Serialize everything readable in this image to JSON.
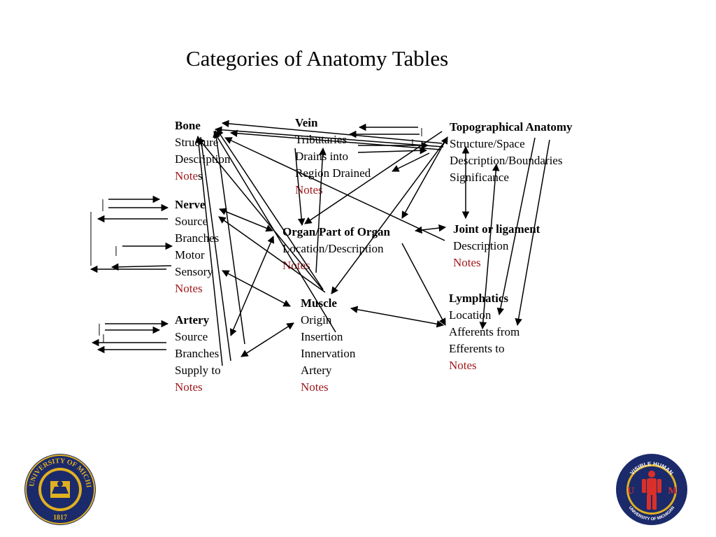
{
  "title": "Categories of Anatomy Tables",
  "categories": {
    "bone": {
      "heading": "Bone",
      "items": [
        "Structure",
        "Description"
      ],
      "note_prefix": "Note",
      "note_suffix": "s"
    },
    "vein": {
      "heading": "Vein",
      "items": [
        "Tributaries",
        "Drains into",
        "Region Drained"
      ],
      "note": "Notes"
    },
    "topo": {
      "heading": "Topographical Anatomy",
      "items": [
        "Structure/Space",
        "Description/Boundaries",
        "Significance"
      ]
    },
    "nerve": {
      "heading": "Nerve",
      "items": [
        "Source",
        "Branches",
        "Motor",
        "Sensory"
      ],
      "note": "Notes"
    },
    "organ": {
      "heading": "Organ/Part of Organ",
      "items": [
        "Location/Description"
      ],
      "note": "Notes"
    },
    "joint": {
      "heading": "Joint or ligament",
      "items": [
        "Description"
      ],
      "note": "Notes"
    },
    "lymph": {
      "heading": "Lymphatics",
      "items": [
        "Location",
        "Afferents from",
        "Efferents to"
      ],
      "note": "Notes"
    },
    "muscle": {
      "heading": "Muscle",
      "items": [
        "Origin",
        "Insertion",
        "Innervation",
        "Artery"
      ],
      "note": "Notes"
    },
    "artery": {
      "heading": "Artery",
      "items": [
        "Source",
        "Branches",
        "Supply to"
      ],
      "note": "Notes"
    }
  },
  "logos": {
    "um_seal": {
      "text_top": "THE UNIVERSITY OF MICHIGAN",
      "year": "1817"
    },
    "visible_human": {
      "text_top": "VISIBLE HUMAN",
      "text_bottom": "UNIVERSITY OF MICHIGAN",
      "left": "U",
      "right": "M"
    }
  },
  "colors": {
    "note": "#a0181c",
    "seal_blue": "#1b2a6b",
    "seal_gold": "#e0b020",
    "vh_red": "#d9302a"
  }
}
